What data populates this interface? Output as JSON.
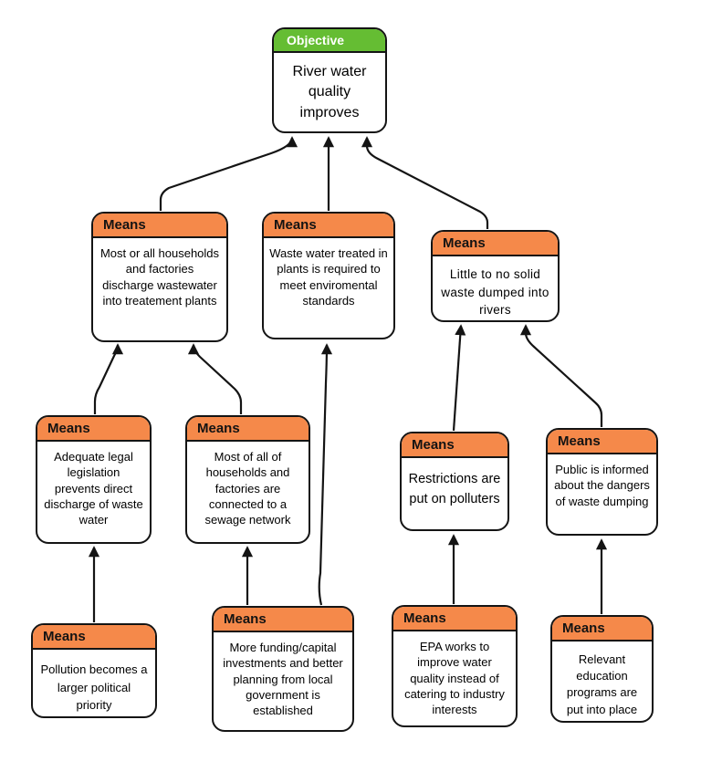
{
  "diagram": {
    "type": "objectives-means-tree",
    "colors": {
      "objective_header": "#65BD33",
      "means_header": "#F5894A",
      "border": "#141414",
      "arrow": "#141414",
      "box_background": "#FFFFFF",
      "page_background": "#FFFFFF"
    },
    "nodes": {
      "objective": {
        "header": "Objective",
        "text": "River water quality improves"
      },
      "m1": {
        "header": "Means",
        "text": "Most or all households and factories discharge wastewater into treatement plants"
      },
      "m2": {
        "header": "Means",
        "text": "Waste water treated in plants is required to meet enviromental standards"
      },
      "m3": {
        "header": "Means",
        "text": "Little to no solid waste dumped into rivers"
      },
      "m4": {
        "header": "Means",
        "text": "Adequate legal legislation prevents direct discharge of waste water"
      },
      "m5": {
        "header": "Means",
        "text": "Most of all of households and factories are connected to a sewage network"
      },
      "m6": {
        "header": "Means",
        "text": "Restrictions are put on polluters"
      },
      "m7": {
        "header": "Means",
        "text": "Public is informed about the dangers of waste dumping"
      },
      "m8": {
        "header": "Means",
        "text": "Pollution becomes a larger political priority"
      },
      "m9": {
        "header": "Means",
        "text": "More funding/capital investments and better planning from local government is established"
      },
      "m10": {
        "header": "Means",
        "text": "EPA works to improve water quality instead of catering to industry interests"
      },
      "m11": {
        "header": "Means",
        "text": "Relevant education programs are put into place"
      }
    },
    "edges": [
      {
        "from": "m1",
        "to": "objective"
      },
      {
        "from": "m2",
        "to": "objective"
      },
      {
        "from": "m3",
        "to": "objective"
      },
      {
        "from": "m4",
        "to": "m1"
      },
      {
        "from": "m5",
        "to": "m1"
      },
      {
        "from": "m9",
        "to": "m2"
      },
      {
        "from": "m6",
        "to": "m3"
      },
      {
        "from": "m7",
        "to": "m3"
      },
      {
        "from": "m8",
        "to": "m4"
      },
      {
        "from": "m9",
        "to": "m5"
      },
      {
        "from": "m10",
        "to": "m6"
      },
      {
        "from": "m11",
        "to": "m7"
      }
    ]
  }
}
